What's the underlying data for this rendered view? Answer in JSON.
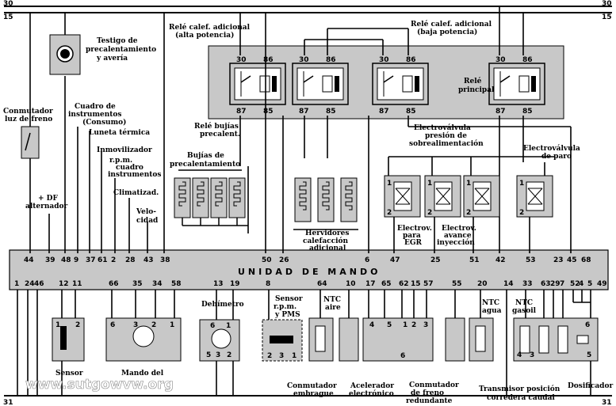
{
  "rails": {
    "r30": "30",
    "r15": "15",
    "r31": "31"
  },
  "ecu": {
    "title": "UNIDAD DE MANDO"
  },
  "top_pins": [
    "44",
    "39",
    "48",
    "9",
    "37",
    "61",
    "2",
    "28",
    "43",
    "38",
    "50",
    "26",
    "6",
    "47",
    "25",
    "51",
    "42",
    "53",
    "23",
    "45",
    "68"
  ],
  "bottom_pins": [
    "1",
    "24",
    "46",
    "12",
    "11",
    "66",
    "35",
    "34",
    "58",
    "13",
    "19",
    "8",
    "64",
    "10",
    "17",
    "65",
    "62",
    "15",
    "57",
    "55",
    "20",
    "14",
    "33",
    "63",
    "29",
    "7",
    "52",
    "4",
    "5",
    "49"
  ],
  "relay_pins": {
    "p30": "30",
    "p86": "86",
    "p87": "87",
    "p85": "85"
  },
  "labels": {
    "testigo": [
      "Testigo de",
      "precalentamiento",
      "y avería"
    ],
    "conmutador_freno": [
      "Conmutador",
      "luz de freno"
    ],
    "cuadro": [
      "Cuadro de",
      "instrumentos",
      "(Consumo)"
    ],
    "luneta": "Luneta térmica",
    "inmovilizador": "Inmovilizador",
    "rpm_cuadro": [
      "r.p.m.",
      "cuadro",
      "instrumentos"
    ],
    "df": [
      "+ DF",
      "alternador"
    ],
    "climatizad": "Climatizad.",
    "velocidad": [
      "Velo-",
      "cidad"
    ],
    "rele_alta": [
      "Relé calef. adicional",
      "(alta potencia)"
    ],
    "rele_baja": [
      "Relé calef. adicional",
      "(baja potencia)"
    ],
    "rele_principal": [
      "Relé",
      "principal"
    ],
    "rele_bujias": [
      "Relé bujías",
      "precalent."
    ],
    "bujias": [
      "Bujías de",
      "precalentamiento"
    ],
    "hervidores": [
      "Hervidores",
      "calefacción",
      "adicional"
    ],
    "ev_presion": [
      "Electroválvula",
      "presión de",
      "sobrealimentación"
    ],
    "ev_paro": [
      "Electroválvula",
      "de paro"
    ],
    "ev_egr": [
      "Electrov.",
      "para",
      "EGR"
    ],
    "ev_avance": [
      "Electrov.",
      "avance",
      "inyección"
    ],
    "dehimetro": "Dehímetro",
    "sensor_rpm": [
      "Sensor",
      "r.p.m.",
      "y PMS"
    ],
    "ntc_aire": [
      "NTC",
      "aire"
    ],
    "ntc_agua": [
      "NTC",
      "agua"
    ],
    "ntc_gasoil": [
      "NTC",
      "gasoil"
    ],
    "sensor": "Sensor",
    "mando_del": "Mando del",
    "conm_embrague": [
      "Conmutador",
      "embrague"
    ],
    "acelerador": [
      "Acelerador",
      "electrónico"
    ],
    "conm_freno_red": [
      "Conmutador",
      "de freno",
      "redundante"
    ],
    "transmisor": [
      "Transmisor posición",
      "corredera caudal"
    ],
    "dosificador": "Dosificador"
  },
  "watermark": "www.sutgowvw.org"
}
